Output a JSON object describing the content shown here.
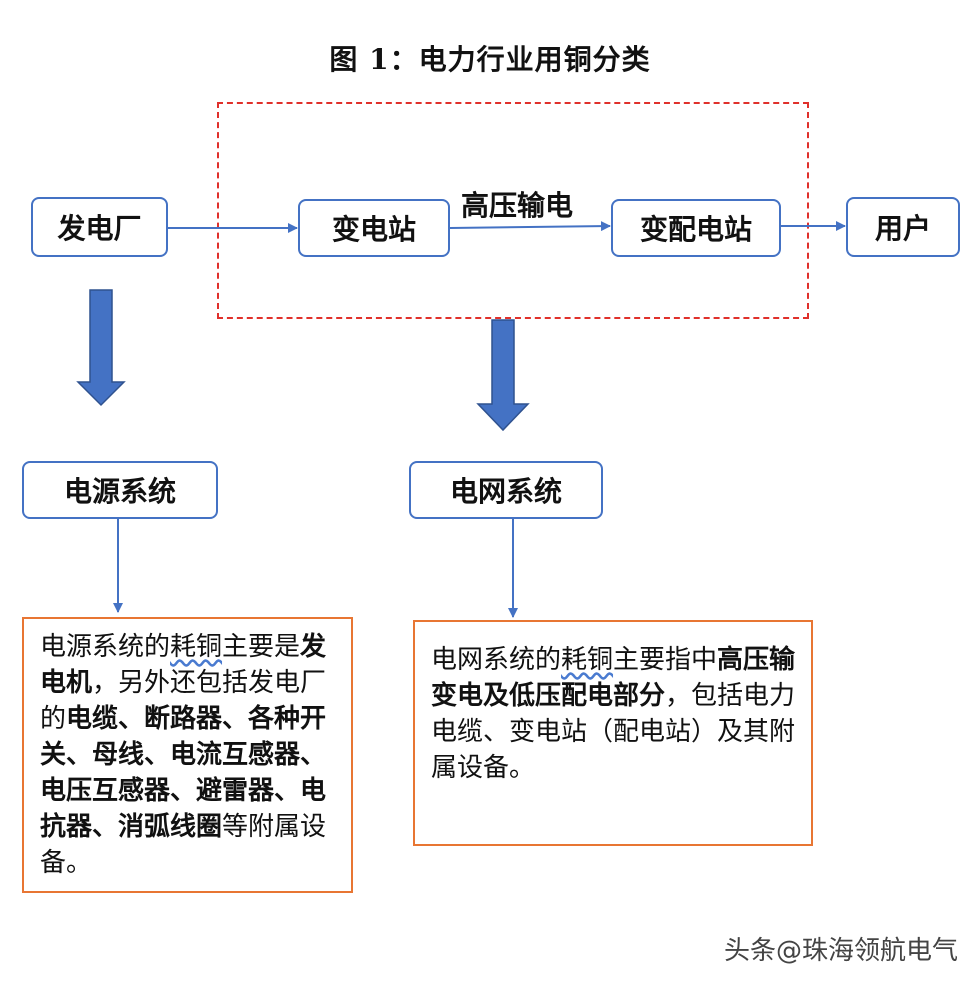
{
  "title": "图 1：电力行业用铜分类",
  "nodes": {
    "plant": "发电厂",
    "substation": "变电站",
    "distribution": "变配电站",
    "user": "用户",
    "power_system": "电源系统",
    "grid_system": "电网系统"
  },
  "edge_label": "高压输电",
  "power_desc": {
    "p1": "电源系统的",
    "p2": "耗铜",
    "p3": "主要是",
    "b1": "发电机",
    "p4": "，另外还包括发电厂的",
    "b2": "电缆、断路器、各种开关、母线、电流互感器、电压互感器、避雷器、电抗器、消弧线圈",
    "p5": "等附属设备。"
  },
  "grid_desc": {
    "p1": "电网系统的",
    "p2": "耗铜",
    "p3": "主要指中",
    "b1": "高压输变电及低压配电部分",
    "p4": "，包括电力电缆、变电站（配电站）及其附属设备。"
  },
  "watermark": "头条@珠海领航电气",
  "colors": {
    "node_border": "#4472c4",
    "arrow": "#4472c4",
    "dashed_box": "#e0302b",
    "desc_border": "#e87633"
  }
}
